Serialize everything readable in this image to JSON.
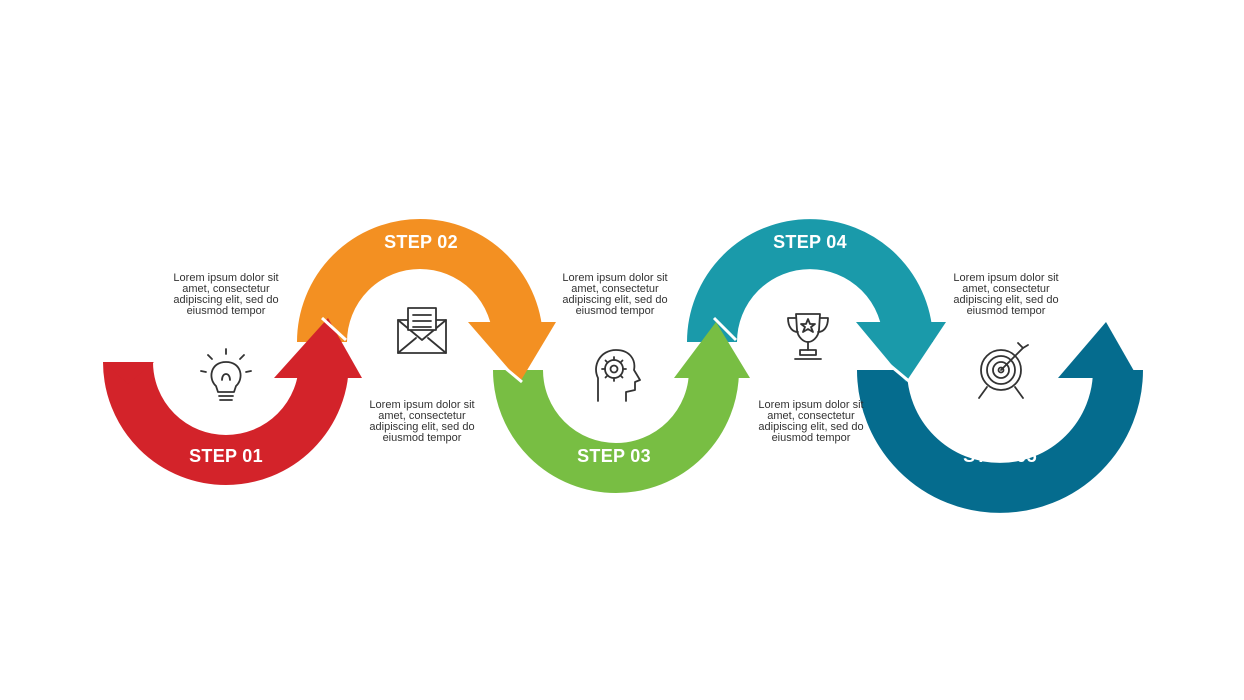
{
  "colors": {
    "step1": "#D3232A",
    "step2": "#F39022",
    "step3": "#78BE43",
    "step4": "#1A9AAA",
    "step5": "#056C8E",
    "text": "#333333"
  },
  "steps": [
    {
      "label": "STEP 01",
      "icon": "lightbulb-icon",
      "text": [
        "Lorem ipsum dolor sit",
        "amet, consectetur",
        "adipiscing elit, sed do",
        "eiusmod tempor"
      ]
    },
    {
      "label": "STEP 02",
      "icon": "envelope-icon",
      "text": [
        "Lorem ipsum dolor sit",
        "amet, consectetur",
        "adipiscing elit, sed do",
        "eiusmod tempor"
      ]
    },
    {
      "label": "STEP 03",
      "icon": "head-gear-icon",
      "text": [
        "Lorem ipsum dolor sit",
        "amet, consectetur",
        "adipiscing elit, sed do",
        "eiusmod tempor"
      ]
    },
    {
      "label": "STEP 04",
      "icon": "trophy-icon",
      "text": [
        "Lorem ipsum dolor sit",
        "amet, consectetur",
        "adipiscing elit, sed do",
        "eiusmod tempor"
      ]
    },
    {
      "label": "STEP 05",
      "icon": "target-icon",
      "text": [
        "Lorem ipsum dolor sit",
        "amet, consectetur",
        "adipiscing elit, sed do",
        "eiusmod tempor"
      ]
    }
  ]
}
